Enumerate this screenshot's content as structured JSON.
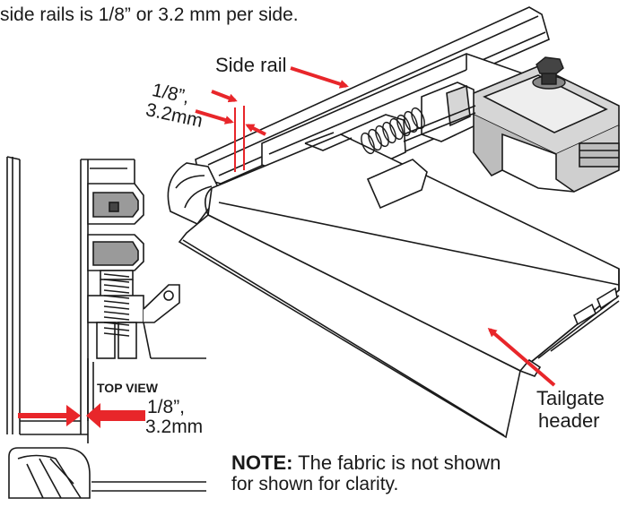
{
  "caption": "side rails is 1/8” or 3.2 mm per side.",
  "labels": {
    "side_rail": "Side rail",
    "top_view": "TOP VIEW",
    "measure_top_fraction": "1/8”,",
    "measure_top_metric": "3.2mm",
    "measure_bottom_fraction": "1/8”,",
    "measure_bottom_metric": "3.2mm",
    "tailgate_line1": "Tailgate",
    "tailgate_line2": "header"
  },
  "note": {
    "prefix": "NOTE:",
    "line1": " The fabric is not shown",
    "line2": "for shown for clarity."
  },
  "colors": {
    "arrow": "#e8262a",
    "line": "#1a1a1a",
    "metal_fill": "#ffffff",
    "bracket_fill": "#d6d6d6",
    "shade": "#b0b0b0"
  },
  "icons": [
    "arrow-icon",
    "spring-icon",
    "bolt-icon"
  ]
}
